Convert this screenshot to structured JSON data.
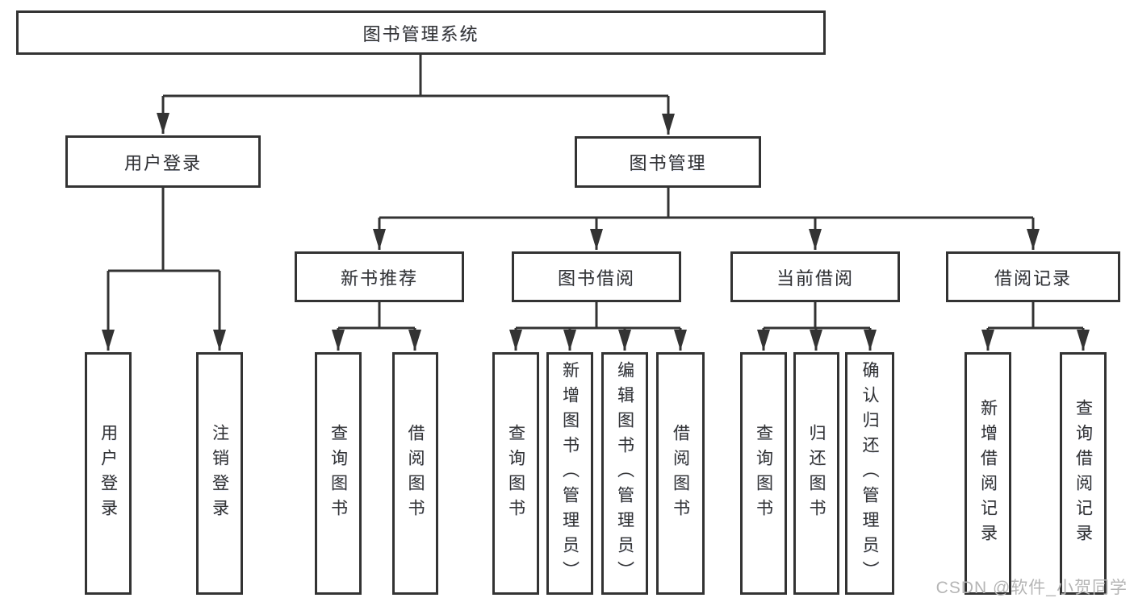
{
  "diagram": {
    "root": {
      "label": "图书管理系统"
    },
    "branches": [
      {
        "label": "用户登录",
        "children": [
          {
            "label": "用户登录"
          },
          {
            "label": "注销登录"
          }
        ]
      },
      {
        "label": "图书管理",
        "children": [
          {
            "label": "新书推荐",
            "children": [
              {
                "label": "查询图书"
              },
              {
                "label": "借阅图书"
              }
            ]
          },
          {
            "label": "图书借阅",
            "children": [
              {
                "label": "查询图书"
              },
              {
                "label": "新增图书（管理员）"
              },
              {
                "label": "编辑图书（管理员）"
              },
              {
                "label": "借阅图书"
              }
            ]
          },
          {
            "label": "当前借阅",
            "children": [
              {
                "label": "查询图书"
              },
              {
                "label": "归还图书"
              },
              {
                "label": "确认归还（管理员）"
              }
            ]
          },
          {
            "label": "借阅记录",
            "children": [
              {
                "label": "新增借阅记录"
              },
              {
                "label": "查询借阅记录"
              }
            ]
          }
        ]
      }
    ]
  },
  "watermark": {
    "text": "CSDN @软件_小贺同学"
  },
  "colors": {
    "line": "#333333",
    "box_border": "#333333",
    "text": "#333333",
    "background": "#ffffff",
    "watermark": "#b5b5b5"
  }
}
